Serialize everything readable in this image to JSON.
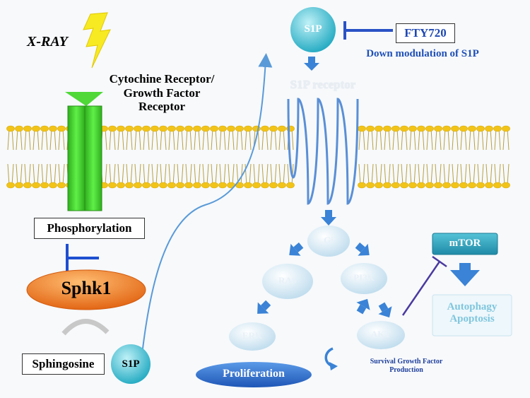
{
  "labels": {
    "xray": "X-RAY",
    "receptor": "Cytochine Receptor/\nGrowth Factor\nReceptor",
    "phosphorylation": "Phosphorylation",
    "sphk1": "Sphk1",
    "sphingosine": "Sphingosine",
    "s1p_bottom": "S1P",
    "s1p_top": "S1P",
    "fty720": "FTY720",
    "down_modulation": "Down modulation of S1P",
    "s1p_receptor": "S1P receptor",
    "gi": "Gi",
    "ras": "RAS",
    "pi3k": "PI3K",
    "erk": "ERK",
    "akt": "AKT",
    "mtor": "mTOR",
    "autophagy": "Autophagy\nApoptosis",
    "proliferation": "Proliferation",
    "survival": "Survival Growth Factor\nProduction"
  },
  "colors": {
    "lipid_head": "#f2c418",
    "receptor_green": "#3fd12a",
    "sphk1_orange": "#f0781a",
    "s1p_teal": "#3fc6d8",
    "node_light": "#d4eaf6",
    "arrow_blue": "#3a83d6",
    "mtor_teal": "#2a9fb6",
    "proliferation_blue": "#2c6fd0",
    "inhibit_blue": "#2a52c6",
    "text_blue": "#2050b8",
    "autophagy_text": "#7fc6de"
  }
}
